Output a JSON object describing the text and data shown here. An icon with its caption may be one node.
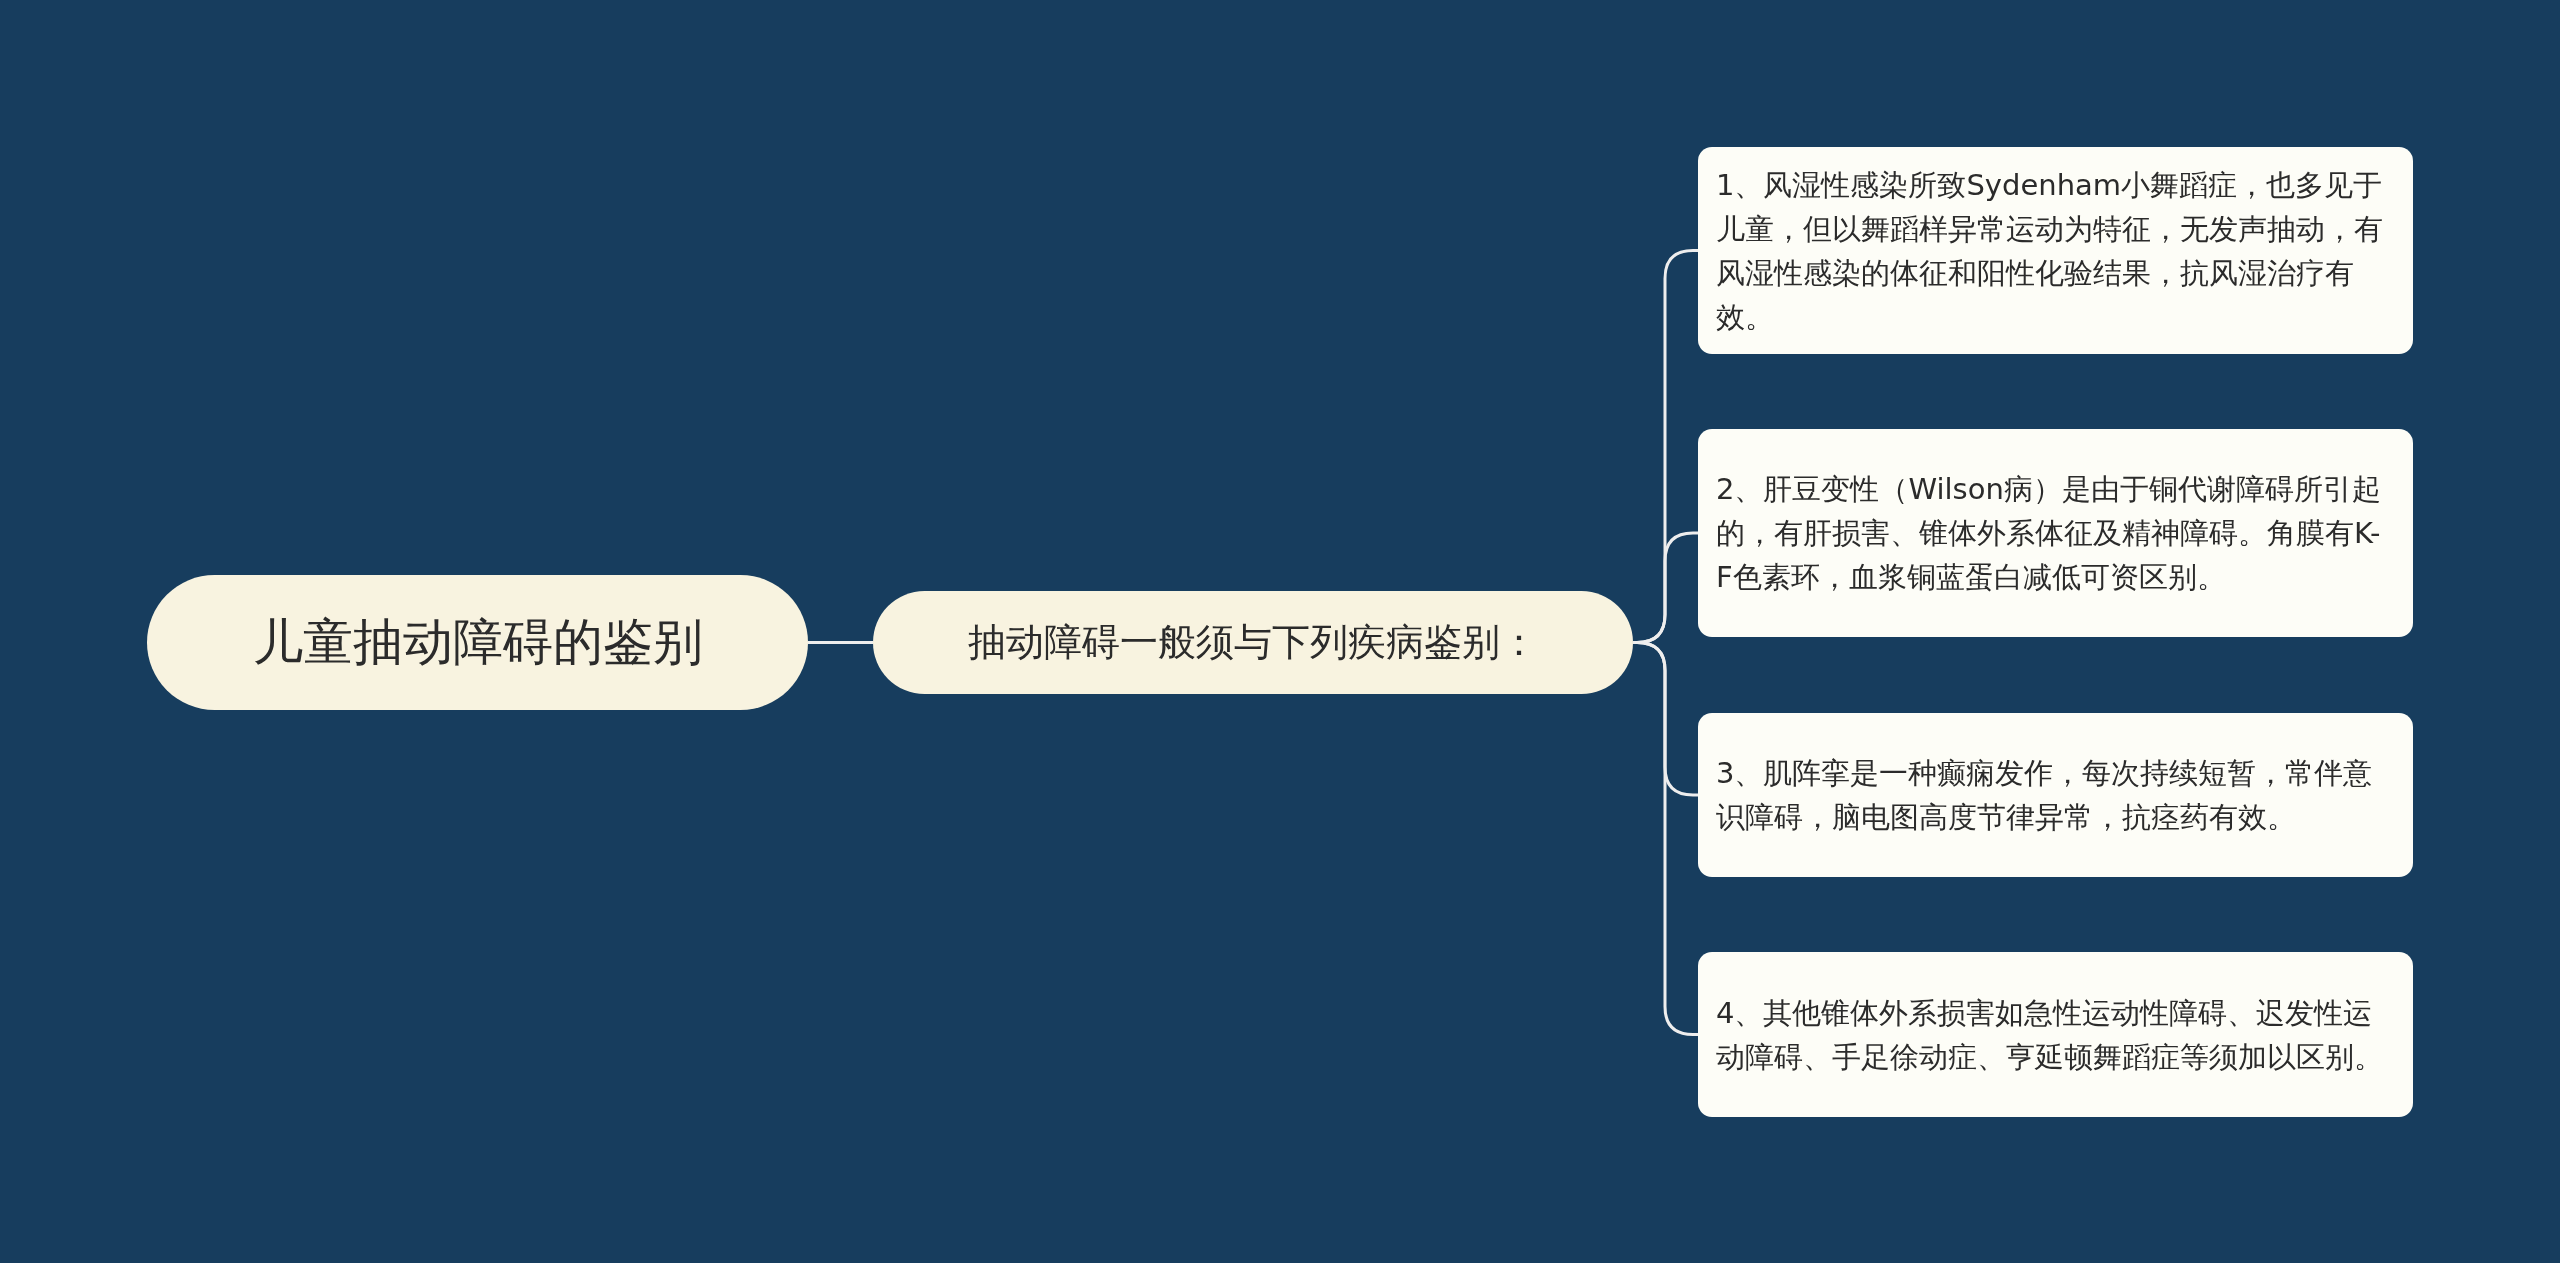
{
  "diagram": {
    "nodes": [
      {
        "text": [
          "儿童抽动障碍的鉴别"
        ]
      },
      {
        "text": [
          "抽动障碍一般须与下列疾病鉴别："
        ]
      },
      {
        "text": [
          "1、风湿性感染所致Sydenham小舞蹈症，也多见于儿童，但以舞蹈样异常运动为特征，无发声抽动，有风湿性感染的体征和阳性化验结果，抗风湿治疗有效。"
        ]
      },
      {
        "text": [
          "2、肝豆变性（Wilson病）是由于铜代谢障碍所引起的，有肝损害、锥体外系体征及精神障碍。角膜有K-F色素环，血浆铜蓝蛋白减低可资区别。"
        ]
      },
      {
        "text": [
          "3、肌阵挛是一种癫痫发作，每次持续短暂，常伴意识障碍，脑电图高度节律异常，抗痉药有效。"
        ]
      },
      {
        "text": [
          "4、其他锥体外系损害如急性运动性障碍、迟发性运动障碍、手足徐动症、亨延顿舞蹈症等须加以区别。"
        ]
      }
    ],
    "edges": [
      {
        "from": 0,
        "to": 1,
        "arrow": "none"
      },
      {
        "from": 1,
        "to": 2,
        "arrow": "none"
      },
      {
        "from": 1,
        "to": 3,
        "arrow": "none"
      },
      {
        "from": 1,
        "to": 4,
        "arrow": "none"
      },
      {
        "from": 1,
        "to": 5,
        "arrow": "none"
      }
    ]
  }
}
